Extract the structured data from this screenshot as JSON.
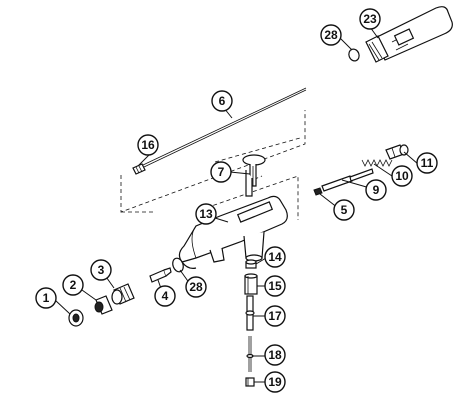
{
  "diagram": {
    "colors": {
      "line": "#111111",
      "background": "#ffffff"
    },
    "callouts": [
      {
        "id": "c1",
        "label": "1"
      },
      {
        "id": "c2",
        "label": "2"
      },
      {
        "id": "c3",
        "label": "3"
      },
      {
        "id": "c4",
        "label": "4"
      },
      {
        "id": "c5",
        "label": "5"
      },
      {
        "id": "c6",
        "label": "6"
      },
      {
        "id": "c7",
        "label": "7"
      },
      {
        "id": "c9",
        "label": "9"
      },
      {
        "id": "c10",
        "label": "10"
      },
      {
        "id": "c11",
        "label": "11"
      },
      {
        "id": "c13",
        "label": "13"
      },
      {
        "id": "c14",
        "label": "14"
      },
      {
        "id": "c15",
        "label": "15"
      },
      {
        "id": "c16",
        "label": "16"
      },
      {
        "id": "c17",
        "label": "17"
      },
      {
        "id": "c18",
        "label": "18"
      },
      {
        "id": "c19",
        "label": "19"
      },
      {
        "id": "c23",
        "label": "23"
      },
      {
        "id": "c28a",
        "label": "28"
      },
      {
        "id": "c28b",
        "label": "28"
      }
    ]
  }
}
